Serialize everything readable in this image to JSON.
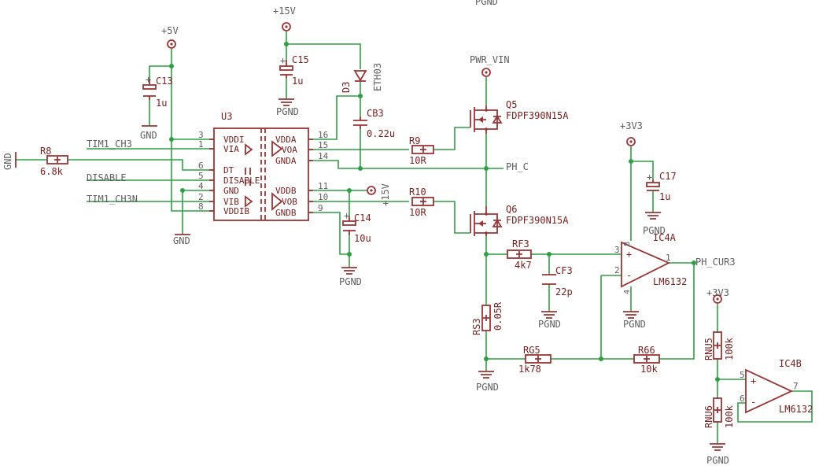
{
  "nets": {
    "p5v": "+5V",
    "p15v_top": "+15V",
    "p15v_mid": "+15V",
    "p3v3_a": "+3V3",
    "p3v3_b": "+3V3",
    "pwr_vin": "PWR_VIN",
    "ph_c": "PH_C",
    "ph_cur3": "PH_CUR3",
    "tim1_ch3": "TIM1_CH3",
    "disable": "DISABLE",
    "tim1_ch3n": "TIM1_CH3N",
    "gnd": "GND",
    "pgnd": "PGND",
    "top_cut": "PGND"
  },
  "u3": {
    "ref": "U3",
    "left_pins": [
      {
        "num": "3",
        "name": "VDDI"
      },
      {
        "num": "1",
        "name": "VIA"
      },
      {
        "num": "6",
        "name": "DT"
      },
      {
        "num": "5",
        "name": "DISABLE"
      },
      {
        "num": "4",
        "name": "GND"
      },
      {
        "num": "2",
        "name": "VIB"
      },
      {
        "num": "8",
        "name": "VDDIB"
      }
    ],
    "right_pins": [
      {
        "num": "16",
        "name": "VDDA"
      },
      {
        "num": "15",
        "name": "VOA"
      },
      {
        "num": "14",
        "name": "GNDA"
      },
      {
        "num": "11",
        "name": "VDDB"
      },
      {
        "num": "10",
        "name": "VOB"
      },
      {
        "num": "9",
        "name": "GNDB"
      }
    ]
  },
  "parts": {
    "c13": {
      "ref": "C13",
      "value": "1u"
    },
    "c15": {
      "ref": "C15",
      "value": "1u"
    },
    "c14": {
      "ref": "C14",
      "value": "10u"
    },
    "c17": {
      "ref": "C17",
      "value": "1u"
    },
    "cb3": {
      "ref": "CB3",
      "value": "0.22u"
    },
    "cf3": {
      "ref": "CF3",
      "value": "22p"
    },
    "d3": {
      "ref": "D3",
      "value": "ETH03"
    },
    "r8": {
      "ref": "R8",
      "value": "6.8k"
    },
    "r9": {
      "ref": "R9",
      "value": "10R"
    },
    "r10": {
      "ref": "R10",
      "value": "10R"
    },
    "rf3": {
      "ref": "RF3",
      "value": "4k7"
    },
    "rs3": {
      "ref": "RS3",
      "value": "0.05R"
    },
    "rg5": {
      "ref": "RG5",
      "value": "1k78"
    },
    "r66": {
      "ref": "R66",
      "value": "10k"
    },
    "rnu5": {
      "ref": "RNU5",
      "value": "100k"
    },
    "rnu6": {
      "ref": "RNU6",
      "value": "100k"
    },
    "q5": {
      "ref": "Q5",
      "value": "FDPF390N15A"
    },
    "q6": {
      "ref": "Q6",
      "value": "FDPF390N15A"
    },
    "ic4a": {
      "ref": "IC4A",
      "value": "LM6132",
      "pins": {
        "plus": "3",
        "minus": "2",
        "out": "1",
        "vcc": "8",
        "vee": "4"
      }
    },
    "ic4b": {
      "ref": "IC4B",
      "value": "LM6132",
      "pins": {
        "plus": "5",
        "minus": "6",
        "out": "7"
      }
    }
  },
  "colors": {
    "wire": "#2ea043",
    "part": "#9b3434",
    "text": "#7a2020"
  }
}
